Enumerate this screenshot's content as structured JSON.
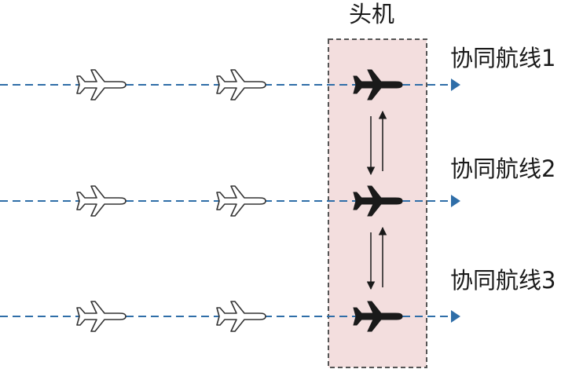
{
  "lead_label": "头机",
  "routes": [
    {
      "label": "协同航线1"
    },
    {
      "label": "协同航线2"
    },
    {
      "label": "协同航线3"
    }
  ],
  "colors": {
    "route_line": "#2f6ea8",
    "lead_box_fill": "#f3dede",
    "lead_box_border": "#555555",
    "lead_plane": "#1a1a1a",
    "follower_plane_outline": "#333333",
    "link_arrow": "#1a1a1a"
  },
  "icons": {
    "follower": "airplane-outline-icon",
    "lead": "airplane-filled-icon",
    "route_end": "triangle-arrow-icon"
  }
}
